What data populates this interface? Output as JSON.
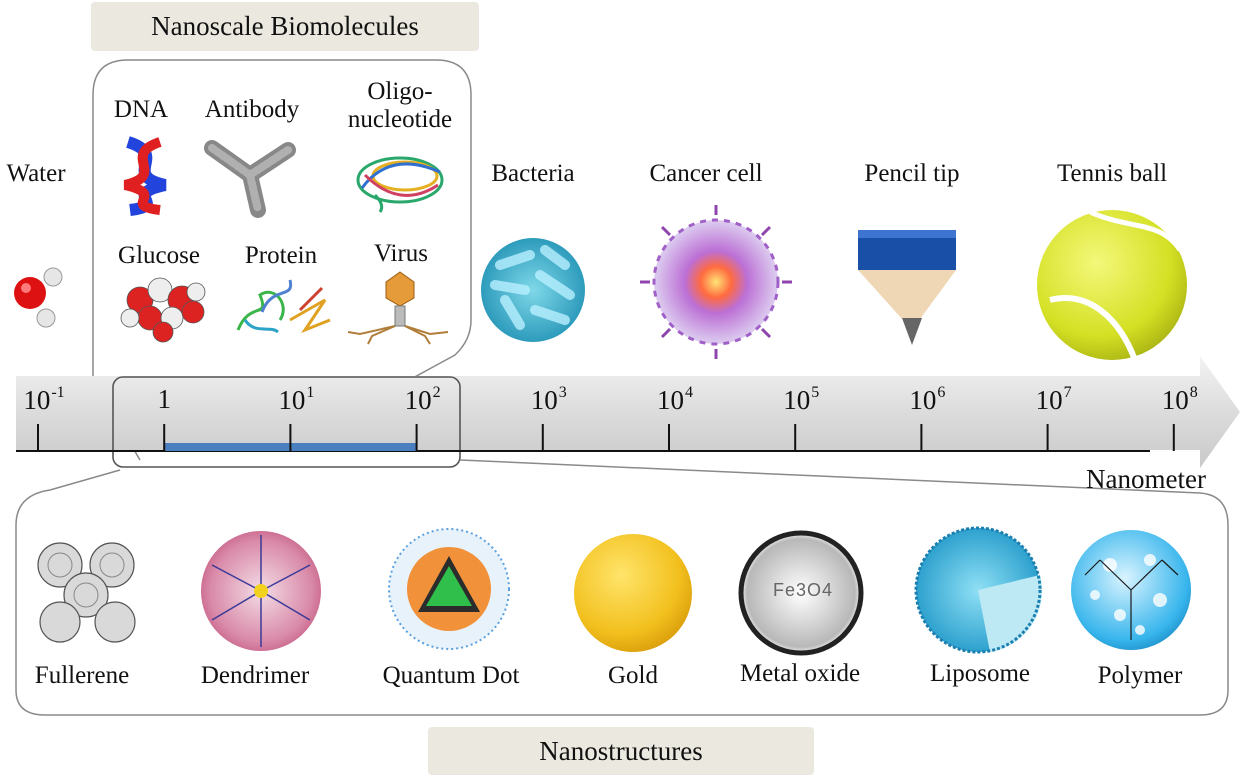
{
  "header": {
    "biomolecules_title": "Nanoscale Biomolecules",
    "nanostructures_title": "Nanostructures"
  },
  "axis": {
    "unit_label": "Nanometer",
    "ticks": [
      {
        "base": "10",
        "exp": "-1"
      },
      {
        "base": "1",
        "exp": ""
      },
      {
        "base": "10",
        "exp": "1"
      },
      {
        "base": "10",
        "exp": "2"
      },
      {
        "base": "10",
        "exp": "3"
      },
      {
        "base": "10",
        "exp": "4"
      },
      {
        "base": "10",
        "exp": "5"
      },
      {
        "base": "10",
        "exp": "6"
      },
      {
        "base": "10",
        "exp": "7"
      },
      {
        "base": "10",
        "exp": "8"
      }
    ],
    "highlight_range_nm": [
      1,
      100
    ]
  },
  "biomolecules": [
    {
      "label": "DNA",
      "icon": "dna-helix-icon"
    },
    {
      "label": "Antibody",
      "icon": "antibody-icon"
    },
    {
      "label": "Oligo-",
      "label2": "nucleotide",
      "icon": "oligonucleotide-icon"
    },
    {
      "label": "Glucose",
      "icon": "glucose-molecule-icon"
    },
    {
      "label": "Protein",
      "icon": "protein-ribbon-icon"
    },
    {
      "label": "Virus",
      "icon": "virus-bacteriophage-icon"
    }
  ],
  "scale_objects": [
    {
      "label": "Water",
      "icon": "water-molecule-icon"
    },
    {
      "label": "Bacteria",
      "icon": "bacteria-icon"
    },
    {
      "label": "Cancer cell",
      "icon": "cancer-cell-icon"
    },
    {
      "label": "Pencil tip",
      "icon": "pencil-tip-icon"
    },
    {
      "label": "Tennis ball",
      "icon": "tennis-ball-icon"
    }
  ],
  "nanostructures": [
    {
      "label": "Fullerene",
      "icon": "fullerene-icon"
    },
    {
      "label": "Dendrimer",
      "icon": "dendrimer-icon"
    },
    {
      "label": "Quantum Dot",
      "icon": "quantum-dot-icon"
    },
    {
      "label": "Gold",
      "icon": "gold-nanoparticle-icon"
    },
    {
      "label": "Metal oxide",
      "icon": "metal-oxide-nanoparticle-icon",
      "formula": "Fe3O4"
    },
    {
      "label": "Liposome",
      "icon": "liposome-icon"
    },
    {
      "label": "Polymer",
      "icon": "polymer-nanoparticle-icon"
    }
  ],
  "colors": {
    "highlight_bar": "#4a7fc0",
    "arrow": "#d8d8d8",
    "header_bg": "#ebe9df",
    "gold": "#f2c01e",
    "tennis": "#d4e024"
  }
}
